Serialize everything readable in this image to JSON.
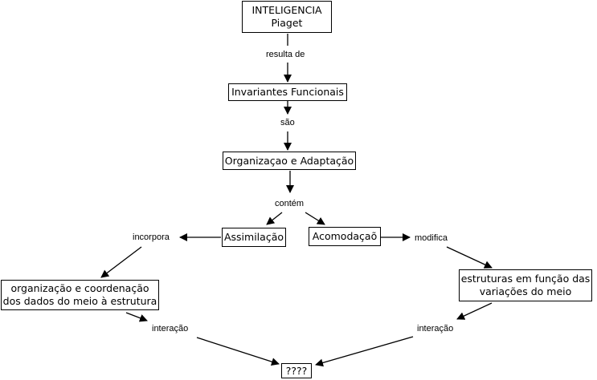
{
  "concepts": {
    "inteligencia": {
      "line1": "INTELIGENCIA",
      "line2": "Piaget"
    },
    "invariantes": "Invariantes Funcionais",
    "organizacao_adaptacao": "Organizaçao e Adaptação",
    "assimilacao": "Assimilação",
    "acomodacao": "Acomodaçaõ",
    "organizacao_coordenacao": {
      "line1": "organização e coordenação",
      "line2": "dos dados do meio à estrutura"
    },
    "estruturas": {
      "line1": "estruturas em função das",
      "line2": "variações do meio"
    },
    "resultado": "????"
  },
  "links": {
    "resulta_de": "resulta de",
    "sao": "são",
    "contem": "contém",
    "incorpora": "incorpora",
    "modifica": "modifica",
    "interacao_left": "interação",
    "interacao_right": "interação"
  }
}
